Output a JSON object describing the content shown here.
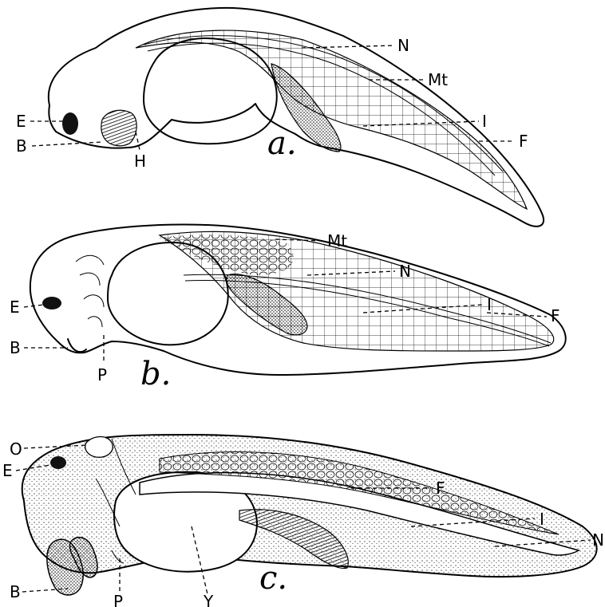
{
  "figure": {
    "panel_a": {
      "caption": "a.",
      "labels": {
        "N": "N",
        "Mt": "Mt",
        "I": "I",
        "F": "F",
        "E": "E",
        "B": "B",
        "H": "H"
      }
    },
    "panel_b": {
      "caption": "b.",
      "labels": {
        "Mt": "Mt",
        "N": "N",
        "I": "I",
        "F": "F",
        "E": "E",
        "B": "B",
        "P": "P"
      }
    },
    "panel_c": {
      "caption": "c.",
      "labels": {
        "O": "O",
        "E": "E",
        "F": "F",
        "I": "I",
        "N": "N",
        "B": "B",
        "P": "P",
        "Y": "Y"
      }
    }
  }
}
